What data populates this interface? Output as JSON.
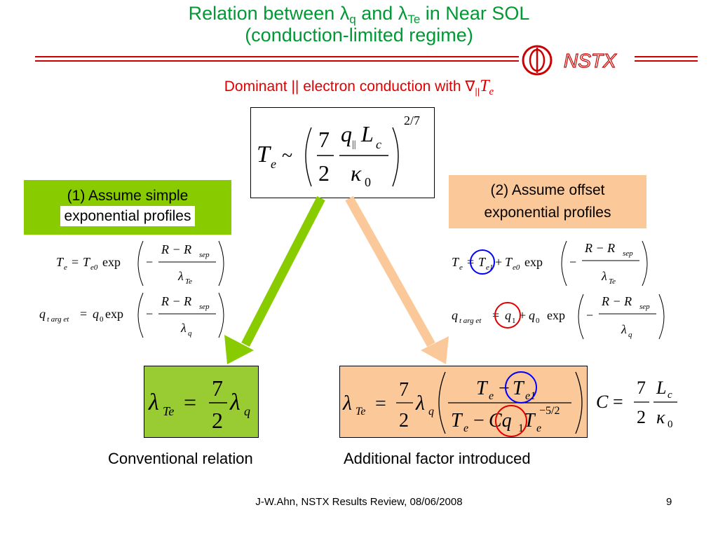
{
  "title": {
    "line1_prefix": "Relation between λ",
    "line1_sub1": "q",
    "line1_mid": " and λ",
    "line1_sub2": "Te",
    "line1_suffix": " in Near SOL",
    "line2": "(conduction-limited regime)"
  },
  "logo": {
    "text": "NSTX"
  },
  "subtitle": {
    "text": "Dominant || electron conduction with ",
    "symbol": "∇",
    "sub": "||",
    "var": "T",
    "var_sub": "e"
  },
  "main_equation": {
    "lhs": "T",
    "lhs_sub": "e",
    "rel": "~",
    "num_int": "7",
    "den_int": "2",
    "num_var": "q",
    "num_var_sub": "||",
    "num_var2": "L",
    "num_var2_sub": "c",
    "den_var": "κ",
    "den_var_sub": "0",
    "exponent": "2/7"
  },
  "assumption_left": {
    "line1": "(1) Assume simple",
    "line2": "exponential profiles"
  },
  "assumption_right": {
    "line1": "(2) Assume offset",
    "line2": "exponential profiles"
  },
  "equations_left": {
    "eq1": {
      "lhs": "T",
      "lhs_sub": "e",
      "rhs_var": "T",
      "rhs_sub": "e0",
      "func": "exp",
      "num": "R − R",
      "num_sub": "sep",
      "den": "λ",
      "den_sub": "Te"
    },
    "eq2": {
      "lhs": "q",
      "lhs_sub": "t arg et",
      "rhs_var": "q",
      "rhs_sub": "0",
      "func": "exp",
      "num": "R − R",
      "num_sub": "sep",
      "den": "λ",
      "den_sub": "q"
    }
  },
  "equations_right": {
    "eq1": {
      "lhs": "T",
      "lhs_sub": "e",
      "off": "T",
      "off_sub": "e1",
      "rhs_var": "T",
      "rhs_sub": "e0",
      "func": "exp",
      "num": "R − R",
      "num_sub": "sep",
      "den": "λ",
      "den_sub": "Te"
    },
    "eq2": {
      "lhs": "q",
      "lhs_sub": "t arg et",
      "off": "q",
      "off_sub": "1",
      "rhs_var": "q",
      "rhs_sub": "0",
      "func": "exp",
      "num": "R − R",
      "num_sub": "sep",
      "den": "λ",
      "den_sub": "q"
    }
  },
  "result_left": {
    "lhs": "λ",
    "lhs_sub": "Te",
    "num": "7",
    "den": "2",
    "rhs": "λ",
    "rhs_sub": "q"
  },
  "result_right": {
    "lhs": "λ",
    "lhs_sub": "Te",
    "num": "7",
    "den": "2",
    "rhs": "λ",
    "rhs_sub": "q",
    "frac_num_a": "T",
    "frac_num_a_sub": "e",
    "frac_num_b": "T",
    "frac_num_b_sub": "e1",
    "frac_den_a": "T",
    "frac_den_a_sub": "e",
    "frac_den_b": "Cq",
    "frac_den_b_sub": "1",
    "frac_den_c": "T",
    "frac_den_c_sub": "e",
    "frac_den_exp": "−5/2"
  },
  "c_definition": {
    "lhs": "C",
    "num_int": "7",
    "den_int": "2",
    "num_var": "L",
    "num_var_sub": "c",
    "den_var": "κ",
    "den_var_sub": "0"
  },
  "captions": {
    "left": "Conventional relation",
    "right": "Additional factor introduced"
  },
  "footer": {
    "credit": "J-W.Ahn, NSTX Results Review, 08/06/2008",
    "page": "9"
  },
  "colors": {
    "title": "#009933",
    "subtitle": "#e00000",
    "green": "#88cc00",
    "orange": "#fbc899",
    "arrow_orange": "#fbc899",
    "circle_blue": "#0000ff",
    "circle_red": "#e00000",
    "logo": "#cc0000"
  }
}
